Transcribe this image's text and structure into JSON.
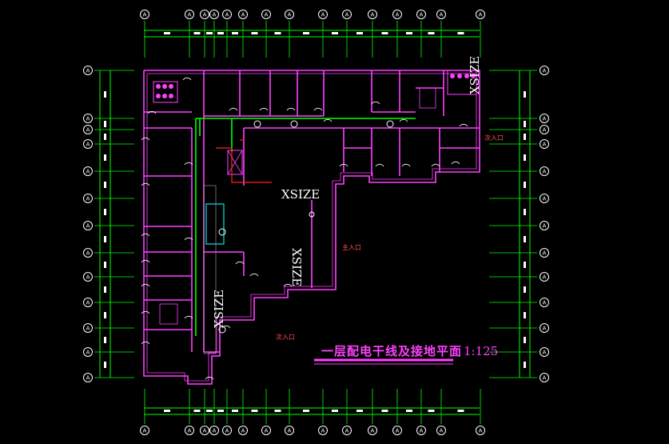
{
  "drawing": {
    "title": "一层配电干线及接地平面",
    "scale": "1:125",
    "entrances": {
      "main": "主入口",
      "second": "次入口",
      "right": "次入口"
    },
    "xsize_labels": [
      "XSIZE",
      "XSIZE",
      "XSIZE",
      "XSIZE"
    ]
  },
  "grid": {
    "top_bubble_label": "A",
    "side_bubble_label": "A"
  },
  "colors": {
    "background": "#000000",
    "walls": "#ff40ff",
    "dimension": "#00ff00",
    "title": "#ff40ff",
    "entrance_text": "#ff5050",
    "trunk_line": "#00ff00",
    "red_line": "#ff2020"
  }
}
